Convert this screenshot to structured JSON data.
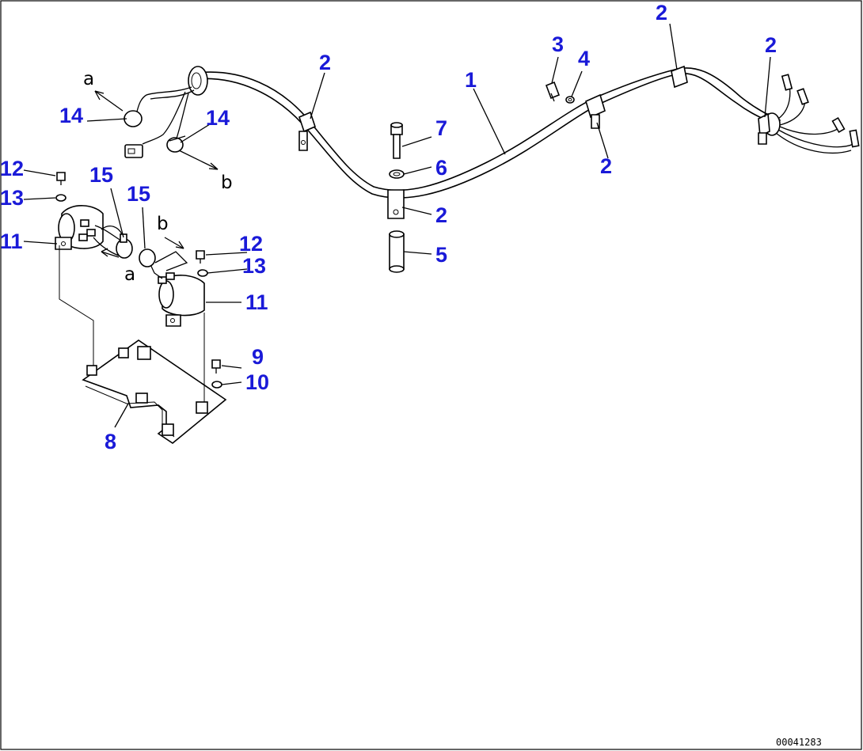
{
  "drawing": {
    "callouts": [
      {
        "id": "c1",
        "text": "1"
      },
      {
        "id": "c2a",
        "text": "2"
      },
      {
        "id": "c2b",
        "text": "2"
      },
      {
        "id": "c2c",
        "text": "2"
      },
      {
        "id": "c2d",
        "text": "2"
      },
      {
        "id": "c2e",
        "text": "2"
      },
      {
        "id": "c3",
        "text": "3"
      },
      {
        "id": "c4",
        "text": "4"
      },
      {
        "id": "c5",
        "text": "5"
      },
      {
        "id": "c6",
        "text": "6"
      },
      {
        "id": "c7",
        "text": "7"
      },
      {
        "id": "c8",
        "text": "8"
      },
      {
        "id": "c9",
        "text": "9"
      },
      {
        "id": "c10",
        "text": "10"
      },
      {
        "id": "c11a",
        "text": "11"
      },
      {
        "id": "c11b",
        "text": "11"
      },
      {
        "id": "c12a",
        "text": "12"
      },
      {
        "id": "c12b",
        "text": "12"
      },
      {
        "id": "c13a",
        "text": "13"
      },
      {
        "id": "c13b",
        "text": "13"
      },
      {
        "id": "c14a",
        "text": "14"
      },
      {
        "id": "c14b",
        "text": "14"
      },
      {
        "id": "c15a",
        "text": "15"
      },
      {
        "id": "c15b",
        "text": "15"
      }
    ],
    "connection_letters": [
      {
        "id": "a1",
        "text": "a"
      },
      {
        "id": "a2",
        "text": "a"
      },
      {
        "id": "b1",
        "text": "b"
      },
      {
        "id": "b2",
        "text": "b"
      }
    ],
    "figure_number": "00041283",
    "callout_color": "#1a1ad8",
    "line_color": "#000000"
  }
}
